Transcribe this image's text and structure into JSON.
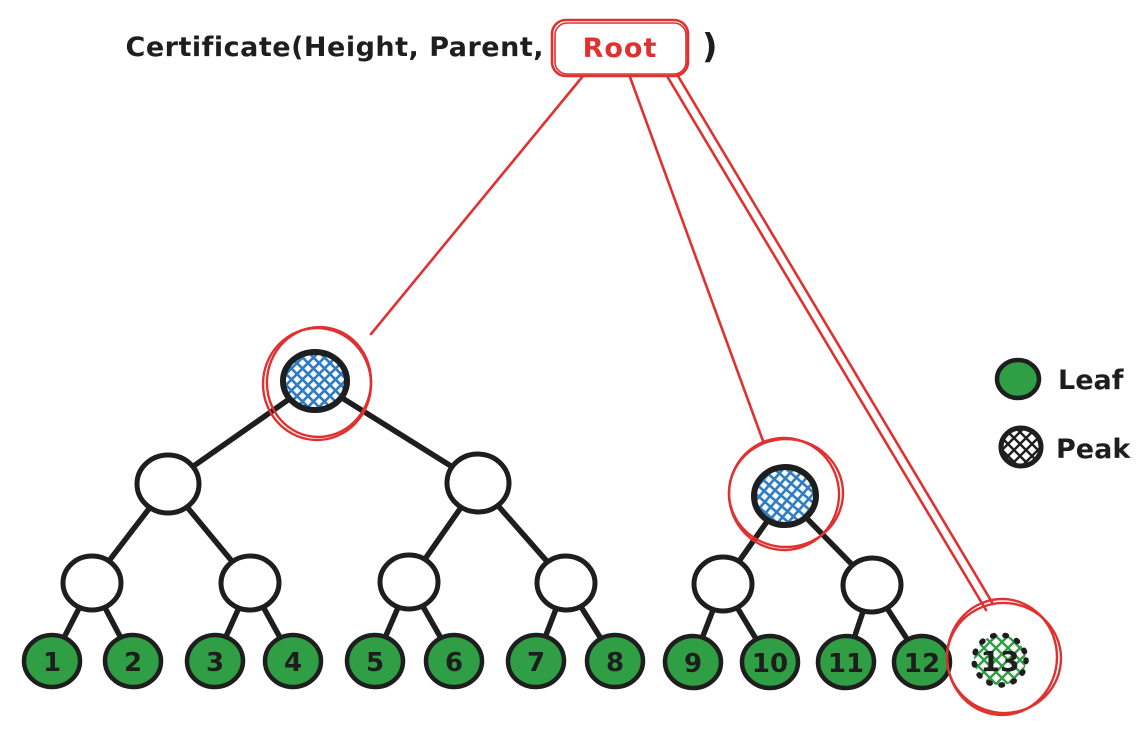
{
  "title": {
    "prefix": "Certificate(Height, Parent,",
    "suffix": ")"
  },
  "root": {
    "label": "Root"
  },
  "legend": {
    "leaf": "Leaf",
    "peak": "Peak"
  },
  "tree": {
    "leaves": [
      "1",
      "2",
      "3",
      "4",
      "5",
      "6",
      "7",
      "8",
      "9",
      "10",
      "11",
      "12"
    ],
    "pending_leaf": "13",
    "peaks": [
      "left-peak-height-3",
      "right-peak-height-2",
      "pending-leaf-13"
    ]
  },
  "colors": {
    "ink": "#1e1e1e",
    "annotation_red": "#e03131",
    "leaf_green": "#2f9e44",
    "peak_hatch_blue": "#2e7cc3",
    "pending_hatch_green": "#2f9e44"
  }
}
